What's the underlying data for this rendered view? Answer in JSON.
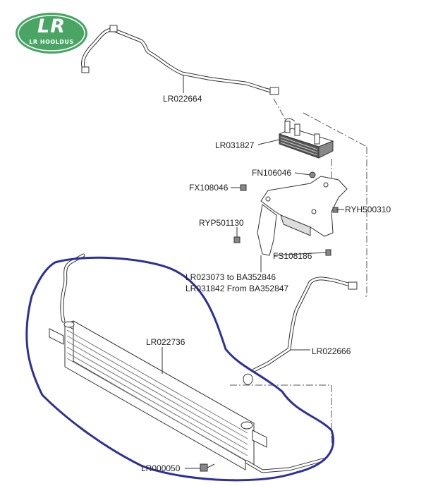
{
  "logo": {
    "main_text": "LR",
    "sub_text": "LR HOOLDUS",
    "color": "#4aa564"
  },
  "annotation_color": "#2d2f9e",
  "parts": [
    {
      "id": "lr022664",
      "label": "LR022664"
    },
    {
      "id": "lr031827",
      "label": "LR031827"
    },
    {
      "id": "fn106046",
      "label": "FN106046"
    },
    {
      "id": "fx108046",
      "label": "FX108046"
    },
    {
      "id": "ryh500310",
      "label": "RYH500310"
    },
    {
      "id": "ryp501130",
      "label": "RYP501130"
    },
    {
      "id": "fs108186",
      "label": "FS108186"
    },
    {
      "id": "lr023073",
      "label": "LR023073 to BA352846"
    },
    {
      "id": "lr031842",
      "label": "LR031842 From  BA352847"
    },
    {
      "id": "lr022736",
      "label": "LR022736"
    },
    {
      "id": "lr022666",
      "label": "LR022666"
    },
    {
      "id": "lr000050",
      "label": "LR000050"
    }
  ]
}
